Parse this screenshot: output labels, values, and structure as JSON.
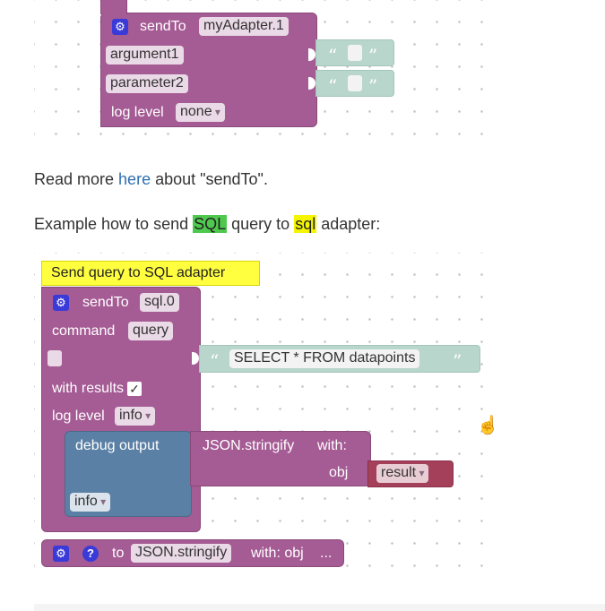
{
  "top_block": {
    "title": "sendTo",
    "adapter": "myAdapter.1",
    "arg1": "argument1",
    "arg2": "parameter2",
    "log_label": "log level",
    "log_value": "none",
    "quote_open": "“",
    "quote_close": "”"
  },
  "para1": {
    "prefix": "Read more ",
    "link": "here",
    "suffix": " about \"sendTo\"."
  },
  "para2": {
    "prefix": "Example how to send ",
    "hl1": "SQL",
    "middle": " query to ",
    "hl2": "sql",
    "suffix": " adapter:"
  },
  "example": {
    "comment": "Send query to SQL adapter",
    "title": "sendTo",
    "adapter": "sql.0",
    "command_label": "command",
    "command_value": "query",
    "query_text": "SELECT * FROM datapoints",
    "with_results": "with results",
    "check": "✓",
    "log_label": "log level",
    "log_value": "info",
    "debug_label": "debug output",
    "json_label": "JSON.stringify",
    "with_label": "with:",
    "obj_label": "obj",
    "result_value": "result",
    "debug_level": "info",
    "func_to": "to",
    "func_name": "JSON.stringify",
    "func_with": "with: obj",
    "func_more": "...",
    "help": "?"
  }
}
